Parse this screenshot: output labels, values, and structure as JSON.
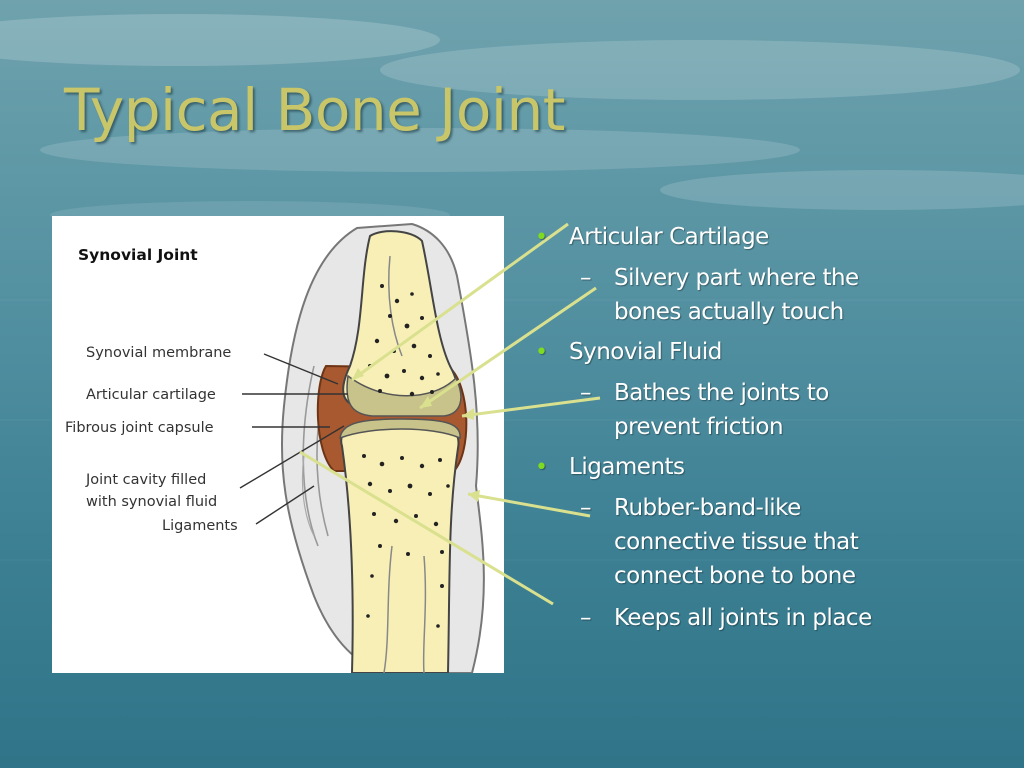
{
  "slide": {
    "title": "Typical Bone Joint",
    "colors": {
      "title": "#c9c66a",
      "bullet_dot": "#7ddc1f",
      "callout_line": "#d9e08e",
      "text": "#ffffff"
    }
  },
  "diagram": {
    "title": "Synovial Joint",
    "labels": {
      "synovial_membrane": "Synovial membrane",
      "articular_cartilage": "Articular cartilage",
      "fibrous_capsule": "Fibrous joint capsule",
      "cavity_line1": "Joint cavity filled",
      "cavity_line2": "with synovial fluid",
      "ligaments": "Ligaments"
    }
  },
  "bullets": {
    "b1": {
      "text": "Articular Cartilage",
      "sub1_line1": "Silvery part where the",
      "sub1_line2": "bones actually touch"
    },
    "b2": {
      "text": "Synovial Fluid",
      "sub1_line1": "Bathes the joints to",
      "sub1_line2": "prevent friction"
    },
    "b3": {
      "text": "Ligaments",
      "sub1_line1": "Rubber-band-like",
      "sub1_line2": "connective tissue that",
      "sub1_line3": "connect bone to bone",
      "sub2": "Keeps all joints in place"
    },
    "dot_symbol": "•",
    "dash_symbol": "–"
  }
}
